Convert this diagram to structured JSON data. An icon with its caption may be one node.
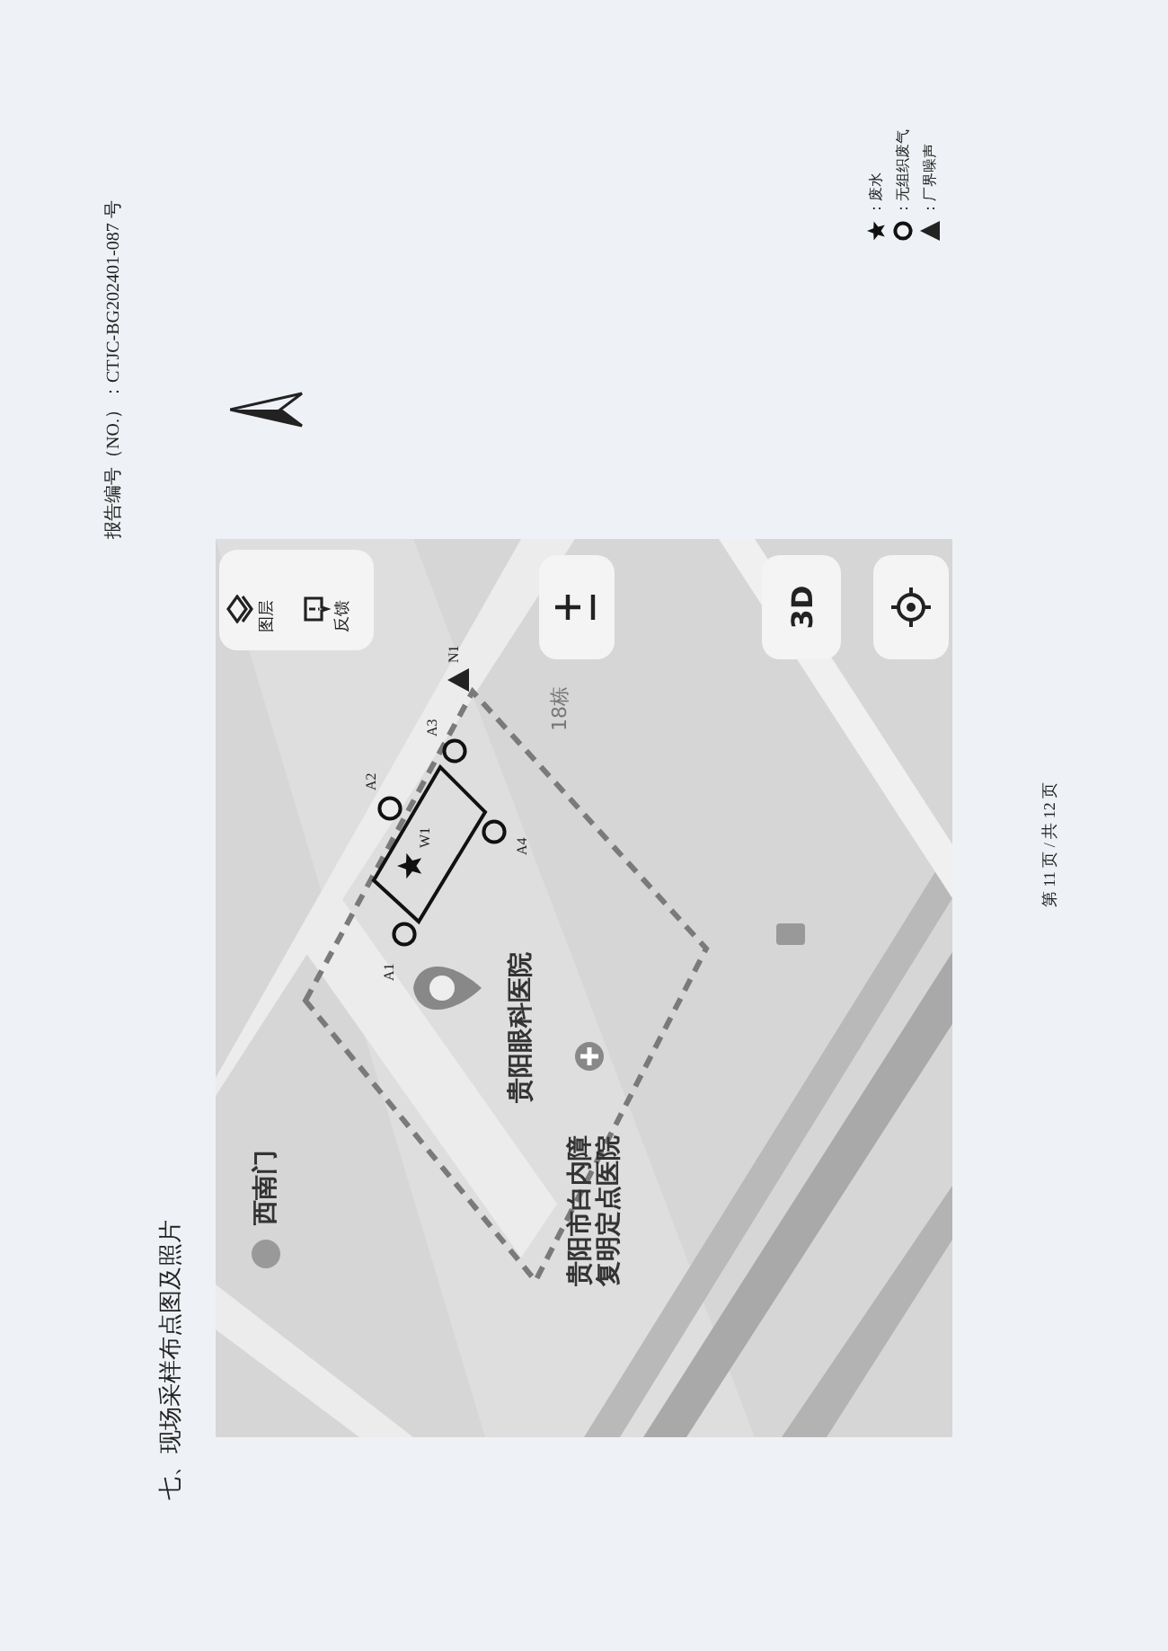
{
  "diagram": {
    "title": "七、现场采样布点图及照片",
    "labels": [
      "报告编号（NO.）：CTJC-BG202401-087 号",
      "图层",
      "反馈",
      "3D",
      "A2",
      "A3",
      "N1",
      "W1",
      "A1",
      "A4",
      "18栋",
      "贵阳眼科医院",
      "贵阳市白内障复明定点医院",
      "西南门",
      "第 11 页 / 共 12 页"
    ],
    "legend": [
      {
        "text": "：废水"
      },
      {
        "text": "：无组织废气"
      },
      {
        "text": "：厂界噪声"
      }
    ]
  }
}
